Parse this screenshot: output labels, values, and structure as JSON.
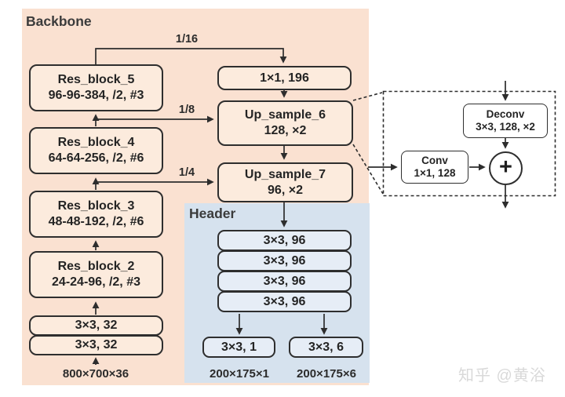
{
  "backbone": {
    "label": "Backbone",
    "res5": {
      "name": "Res_block_5",
      "spec": "96-96-384, /2, #3"
    },
    "res4": {
      "name": "Res_block_4",
      "spec": "64-64-256, /2, #6"
    },
    "res3": {
      "name": "Res_block_3",
      "spec": "48-48-192, /2, #6"
    },
    "res2": {
      "name": "Res_block_2",
      "spec": "24-24-96, /2, #3"
    },
    "stem1": "3×3, 32",
    "stem2": "3×3, 32",
    "input_dim": "800×700×36",
    "scale16": "1/16",
    "scale8": "1/8",
    "scale4": "1/4"
  },
  "neck": {
    "conv196": "1×1, 196",
    "up6": {
      "name": "Up_sample_6",
      "spec": "128, ×2"
    },
    "up7": {
      "name": "Up_sample_7",
      "spec": "96, ×2"
    }
  },
  "header": {
    "label": "Header",
    "conv1": "3×3, 96",
    "conv2": "3×3, 96",
    "conv3": "3×3, 96",
    "conv4": "3×3, 96",
    "out_conf": "3×3, 1",
    "out_box": "3×3, 6",
    "dim_conf": "200×175×1",
    "dim_box": "200×175×6"
  },
  "detail": {
    "deconv": {
      "name": "Deconv",
      "spec": "3×3, 128, ×2"
    },
    "conv": {
      "name": "Conv",
      "spec": "1×1, 128"
    },
    "plus": "+"
  },
  "watermark": "知乎 @黄浴",
  "colors": {
    "backbone_bg": "#fae1d1",
    "backbone_box": "#fcebdd",
    "header_bg": "#d6e2ee",
    "header_box": "#e6edf6",
    "line": "#2d2d2d"
  }
}
